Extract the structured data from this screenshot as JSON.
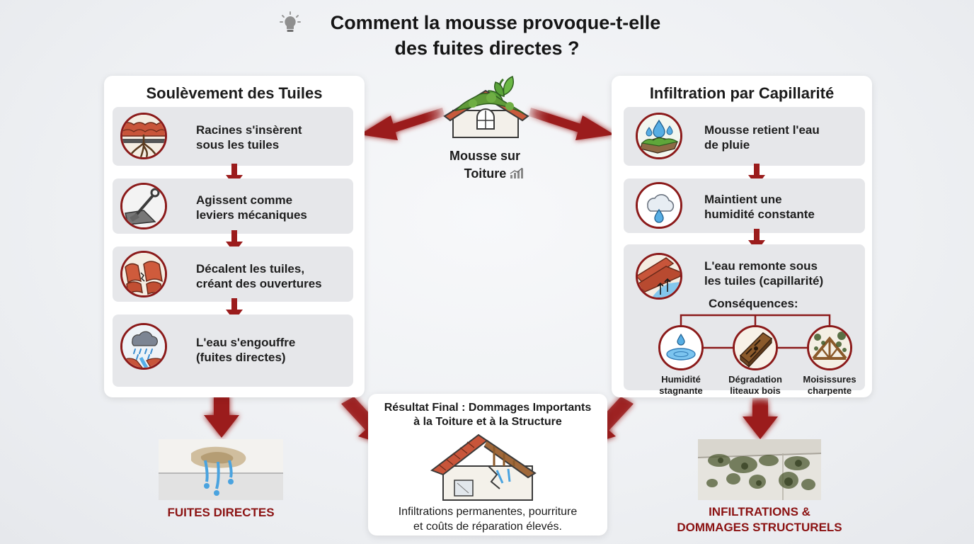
{
  "title": {
    "line1": "Comment la mousse provoque-t-elle",
    "line2": "des fuites directes ?"
  },
  "center": {
    "line1": "Mousse sur",
    "line2": "Toiture"
  },
  "left_panel": {
    "title": "Soulèvement des Tuiles",
    "steps": [
      {
        "line1": "Racines s'insèrent",
        "line2": "sous les tuiles",
        "icon": "roots-under-tiles-icon"
      },
      {
        "line1": "Agissent comme",
        "line2": "leviers mécaniques",
        "icon": "lever-icon"
      },
      {
        "line1": "Décalent les tuiles,",
        "line2": "créant des ouvertures",
        "icon": "cracked-tiles-icon"
      },
      {
        "line1": "L'eau s'engouffre",
        "line2": "(fuites directes)",
        "icon": "rain-leak-icon"
      }
    ]
  },
  "right_panel": {
    "title": "Infiltration par Capillarité",
    "steps": [
      {
        "line1": "Mousse retient l'eau",
        "line2": "de pluie",
        "icon": "moss-water-drops-icon"
      },
      {
        "line1": "Maintient une",
        "line2": "humidité constante",
        "icon": "cloud-drop-icon"
      },
      {
        "line1": "L'eau remonte sous",
        "line2": "les tuiles (capillarité)",
        "icon": "capillary-icon"
      }
    ],
    "consequences_title": "Conséquences:",
    "consequences": [
      {
        "line1": "Humidité",
        "line2": "stagnante",
        "icon": "puddle-icon"
      },
      {
        "line1": "Dégradation",
        "line2": "liteaux bois",
        "icon": "rotten-wood-icon"
      },
      {
        "line1": "Moisissures",
        "line2": "charpente",
        "icon": "mold-frame-icon"
      }
    ]
  },
  "result": {
    "title_line1": "Résultat Final : Dommages Importants",
    "title_line2": "à la Toiture et à la Structure",
    "desc_line1": "Infiltrations permanentes, pourriture",
    "desc_line2": "et coûts de réparation élevés."
  },
  "outcomes": {
    "left": "FUITES DIRECTES",
    "right_line1": "INFILTRATIONS &",
    "right_line2": "DOMMAGES STRUCTURELS"
  },
  "colors": {
    "accent": "#8b1a1a",
    "panel": "#ffffff",
    "step_bg": "#e6e7ea",
    "water": "#4aa3df"
  }
}
